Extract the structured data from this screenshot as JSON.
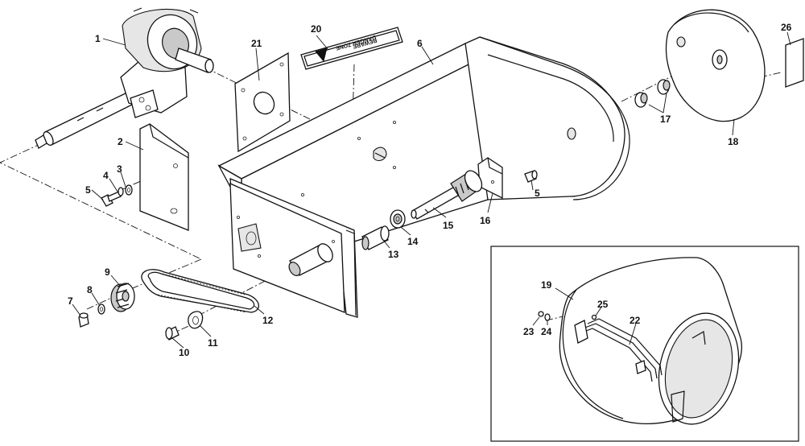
{
  "callouts": {
    "c1": "1",
    "c2": "2",
    "c3": "3",
    "c4": "4",
    "c5a": "5",
    "c5b": "5",
    "c6": "6",
    "c7": "7",
    "c8": "8",
    "c9": "9",
    "c10": "10",
    "c11": "11",
    "c12": "12",
    "c13": "13",
    "c14": "14",
    "c15": "15",
    "c16": "16",
    "c17": "17",
    "c18": "18",
    "c19": "19",
    "c20": "20",
    "c21": "21",
    "c22": "22",
    "c23": "23",
    "c24": "24",
    "c25": "25",
    "c26": "26"
  },
  "decal": {
    "line1": "BEWARE",
    "line2": "DANGER ZONE"
  }
}
